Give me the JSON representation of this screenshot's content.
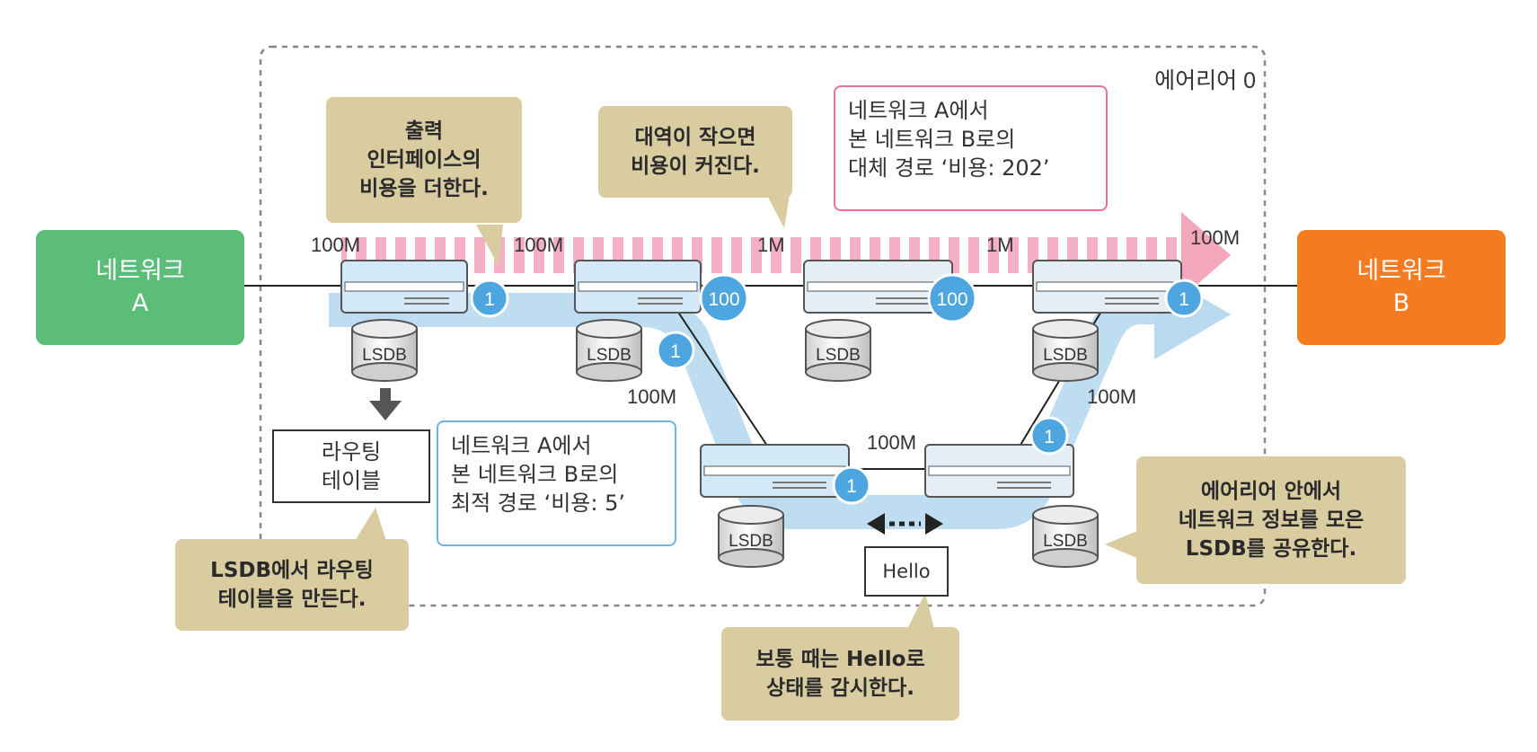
{
  "network_a": {
    "line1": "네트워크",
    "line2": "A",
    "color": "#5bbd78"
  },
  "network_b": {
    "line1": "네트워크",
    "line2": "B",
    "color": "#f37b22"
  },
  "area_label": "에어리어 0",
  "callouts": {
    "add_cost": [
      "출력",
      "인터페이스의",
      "비용을 더한다."
    ],
    "bandwidth": [
      "대역이 작으면",
      "비용이 커진다."
    ],
    "make_table": [
      "LSDB에서 라우팅",
      "테이블을 만든다."
    ],
    "hello": [
      "보통 때는 Hello로",
      "상태를 감시한다."
    ],
    "share": [
      "에어리어 안에서",
      "네트워크 정보를 모은",
      "LSDB를 공유한다."
    ]
  },
  "notes": {
    "alternate": [
      "네트워크 A에서",
      "본 네트워크 B로의",
      "대체 경로 ‘비용: 202’"
    ],
    "optimal": [
      "네트워크 A에서",
      "본 네트워크 B로의",
      "최적 경로 ‘비용: 5’"
    ]
  },
  "routing_table": [
    "라우팅",
    "테이블"
  ],
  "hello_label": "Hello",
  "lsdb_label": "LSDB",
  "bandwidths": {
    "a_r1": "100M",
    "r1_r2": "100M",
    "r2_r3": "1M",
    "r3_r4": "1M",
    "r4_b": "100M",
    "r2_r5": "100M",
    "r5_r6": "100M",
    "r6_r4": "100M"
  },
  "costs": {
    "r1_out": "1",
    "r2_out": "100",
    "r3_out": "100",
    "r4_out": "1",
    "r2_down": "1",
    "r5_out": "1",
    "r6_up": "1"
  },
  "colors": {
    "alt_path": "#f4a6bd",
    "optimal_path": "#b8d9f0",
    "cost_badge": "#4da6e0",
    "callout_bg": "#d9cca0",
    "alt_note_border": "#e8709a",
    "opt_note_border": "#6ab4e8"
  }
}
